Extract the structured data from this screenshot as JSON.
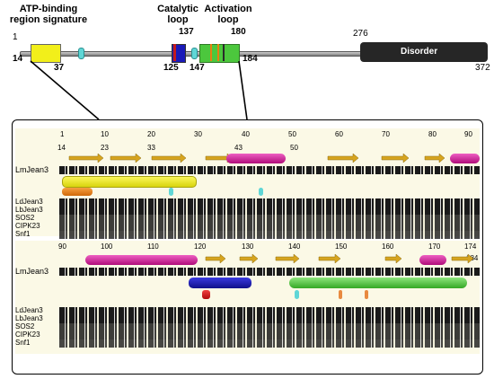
{
  "top_labels": {
    "atp_binding": "ATP-binding\nregion signature",
    "catalytic": "Catalytic\nloop",
    "activation": "Activation\nloop",
    "disorder": "Disorder"
  },
  "top_numbers": {
    "n1": "1",
    "n14": "14",
    "n37": "37",
    "n125": "125",
    "n137": "137",
    "n147": "147",
    "n180": "180",
    "n184": "184",
    "n276": "276",
    "n372": "372"
  },
  "panel1": {
    "ruler": [
      "1",
      "10",
      "20",
      "30",
      "40",
      "50",
      "60",
      "70",
      "80",
      "90"
    ],
    "sub_ruler": [
      "14",
      "23",
      "33",
      "43",
      "50"
    ],
    "query_name": "LmJean3",
    "names": [
      "LdJean3",
      "LbJean3",
      "SOS2",
      "CIPK23",
      "Snf1"
    ]
  },
  "panel2": {
    "ruler": [
      "90",
      "100",
      "110",
      "120",
      "130",
      "140",
      "150",
      "160",
      "170",
      "174"
    ],
    "end_num": "184",
    "query_name": "LmJean3",
    "names": [
      "LdJean3",
      "LbJean3",
      "SOS2",
      "CIPK23",
      "Snf1"
    ]
  },
  "colors": {
    "yellow": "#f2ef1a",
    "cyan": "#5fd6d6",
    "blue": "#1a1ab8",
    "red": "#c51b1b",
    "green": "#4cc73d",
    "magenta": "#d6169a",
    "orange": "#e87e10",
    "gold": "#d6a41f",
    "disorder": "#262626"
  }
}
